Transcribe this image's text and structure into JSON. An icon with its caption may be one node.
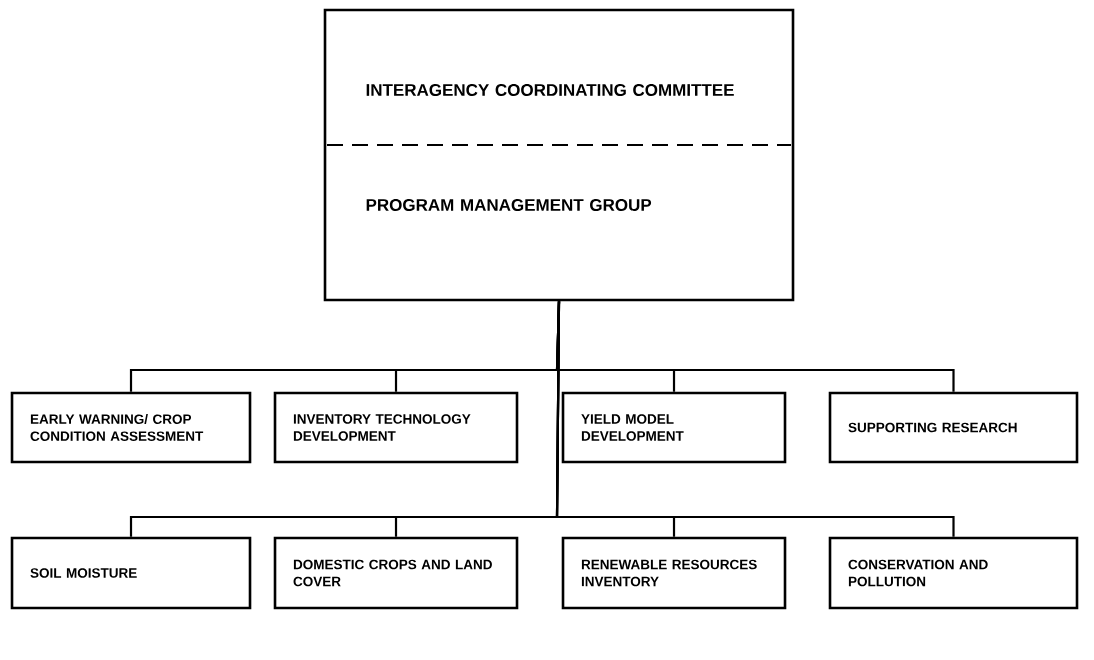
{
  "diagram": {
    "nodes": [
      {
        "text": [
          "INTERAGENCY COORDINATING COMMITTEE",
          "PROGRAM MANAGEMENT GROUP"
        ]
      },
      {
        "text": [
          "EARLY WARNING/ CROP CONDITION ASSESSMENT"
        ]
      },
      {
        "text": [
          "INVENTORY TECHNOLOGY DEVELOPMENT"
        ]
      },
      {
        "text": [
          "YIELD MODEL DEVELOPMENT"
        ]
      },
      {
        "text": [
          "SUPPORTING RESEARCH"
        ]
      },
      {
        "text": [
          "SOIL MOISTURE"
        ]
      },
      {
        "text": [
          "DOMESTIC CROPS AND LAND COVER"
        ]
      },
      {
        "text": [
          "RENEWABLE RESOURCES INVENTORY"
        ]
      },
      {
        "text": [
          "CONSERVATION AND POLLUTION"
        ]
      }
    ],
    "edges": [
      {
        "from": 0,
        "to": 1,
        "arrow": "none"
      },
      {
        "from": 0,
        "to": 2,
        "arrow": "none"
      },
      {
        "from": 0,
        "to": 3,
        "arrow": "none"
      },
      {
        "from": 0,
        "to": 4,
        "arrow": "none"
      },
      {
        "from": 0,
        "to": 5,
        "arrow": "none"
      },
      {
        "from": 0,
        "to": 6,
        "arrow": "none"
      },
      {
        "from": 0,
        "to": 7,
        "arrow": "none"
      },
      {
        "from": 0,
        "to": 8,
        "arrow": "none"
      }
    ]
  }
}
